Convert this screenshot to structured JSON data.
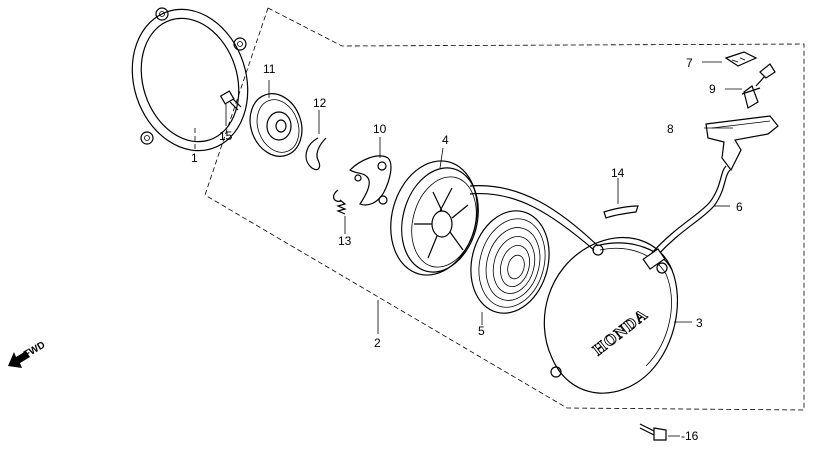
{
  "callouts": {
    "c1": "1",
    "c2": "2",
    "c3": "3",
    "c4": "4",
    "c5": "5",
    "c6": "6",
    "c7": "7",
    "c8": "8",
    "c9": "9",
    "c10": "10",
    "c11": "11",
    "c12": "12",
    "c13": "13",
    "c14": "14",
    "c15": "15",
    "c16": "16"
  },
  "brand_text": "HONDA",
  "fwd_label": "FWD",
  "icons": {
    "fwd": "arrow-left-down-icon"
  }
}
